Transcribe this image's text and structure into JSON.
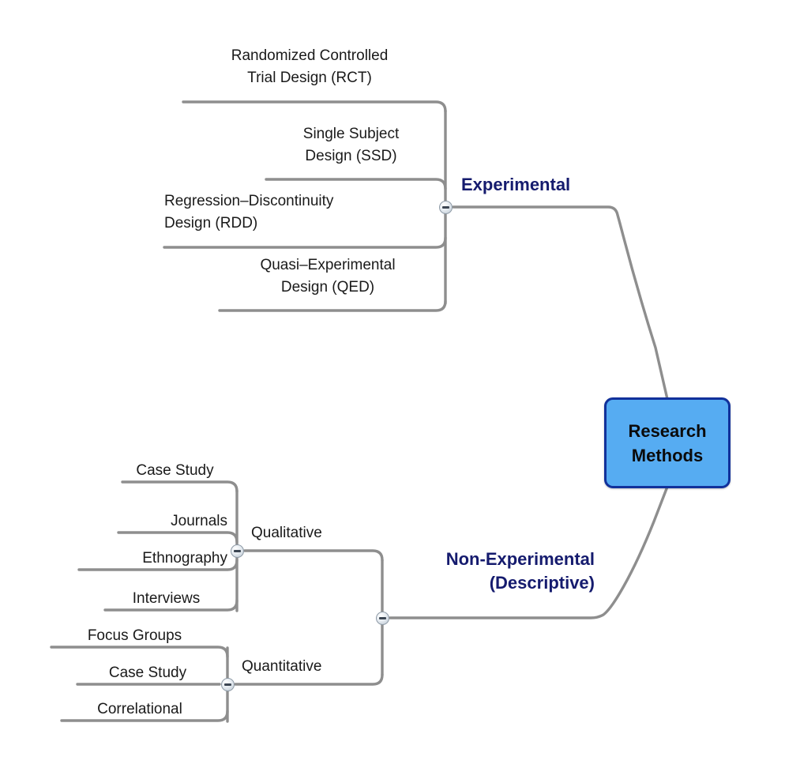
{
  "diagram": {
    "title": "Research Methods",
    "type": "mind-map",
    "background_color": "#ffffff",
    "root": {
      "label_line_1": "Research",
      "label_line_2": "Methods",
      "fill_color": "#56ACF2",
      "border_color": "#11319B",
      "text_color": "#0b0b0b"
    },
    "branch_color": "#8e8e8e",
    "primary_label_color": "#151b6e",
    "leaf_text_color": "#1a1a1a",
    "branches": [
      {
        "id": "experimental",
        "label": "Experimental",
        "collapse_state": "expanded",
        "collapse_glyph": "minus",
        "leaves": [
          {
            "line1": "Randomized Controlled",
            "line2": "Trial Design (RCT)"
          },
          {
            "line1": "Single Subject",
            "line2": "Design (SSD)"
          },
          {
            "line1": "Regression–Discontinuity",
            "line2": "Design (RDD)"
          },
          {
            "line1": "Quasi–Experimental",
            "line2": "Design (QED)"
          }
        ]
      },
      {
        "id": "non-experimental",
        "label_line_1": "Non-Experimental",
        "label_line_2": "(Descriptive)",
        "collapse_state": "expanded",
        "collapse_glyph": "minus",
        "sub_branches": [
          {
            "id": "qualitative",
            "label": "Qualitative",
            "collapse_state": "expanded",
            "collapse_glyph": "minus",
            "leaves": [
              {
                "line1": "Case Study"
              },
              {
                "line1": "Journals"
              },
              {
                "line1": "Ethnography"
              },
              {
                "line1": "Interviews"
              }
            ]
          },
          {
            "id": "quantitative",
            "label": "Quantitative",
            "collapse_state": "expanded",
            "collapse_glyph": "minus",
            "leaves": [
              {
                "line1": "Focus Groups"
              },
              {
                "line1": "Case Study"
              },
              {
                "line1": "Correlational"
              }
            ]
          }
        ]
      }
    ]
  }
}
